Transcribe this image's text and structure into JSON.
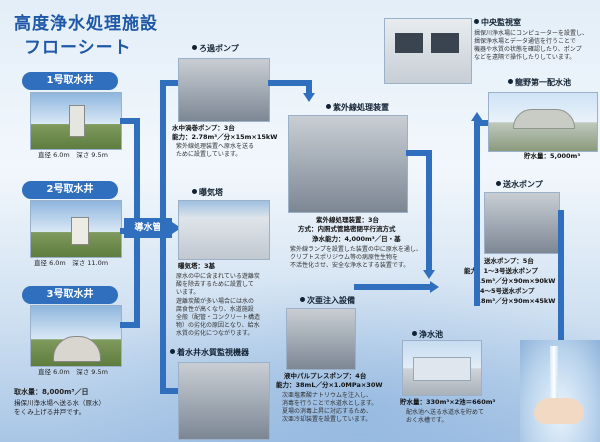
{
  "title": {
    "line1": "高度浄水処理施設",
    "line2": "フローシート"
  },
  "wells": [
    {
      "label": "1号取水井",
      "caption": "直径 6.0m　深さ 9.5m"
    },
    {
      "label": "2号取水井",
      "caption": "直径 6.0m　深さ 11.0m"
    },
    {
      "label": "3号取水井",
      "caption": "直径 6.0m　深さ 9.5m"
    }
  ],
  "intake": {
    "amount": "取水量：8,000m³／日",
    "desc1": "揖保川浄水場へ送る水（原水）",
    "desc2": "をくみ上げる井戸です。"
  },
  "dokan": "導水管",
  "filter_pump": {
    "heading": "ろ過ポンプ",
    "spec1": "水中渦巻ポンプ：3台",
    "spec2": "能力：2.78m³／分×15m×15kW",
    "desc1": "紫外線処理装置へ原水を送る",
    "desc2": "ために設置しています。"
  },
  "aeration": {
    "heading": "曝気塔",
    "spec1": "曝気塔：3基",
    "desc": [
      "原水の中に含まれている遊離炭",
      "酸を除去するために設置して",
      "います。",
      "遊離炭酸が多い場合には水の",
      "腐食性が高くなり、水道施設",
      "全般（配管・コンクリート構造",
      "物）の劣化の原因となり、給水",
      "水質の劣化につながります。"
    ]
  },
  "quality": {
    "heading": "着水井水質監視機器"
  },
  "uv": {
    "heading": "紫外線処理装置",
    "spec1": "紫外線処理装置：3台",
    "spec2": "方式：内照式管路密閉平行流方式",
    "spec3": "浄水能力：4,000m³／日・基",
    "desc1": "紫外線ランプを設置した装置の中に原水を通し、",
    "desc2": "クリプトスポリジウム等の病原性生物を",
    "desc3": "不活性化させ、安全な浄水とする装置です。"
  },
  "chlorine": {
    "heading": "次亜注入設備",
    "spec1": "液中パルプレスポンプ：4台",
    "spec2": "能力：38mL／分×1.0MPa×30W",
    "desc1": "次亜塩素酸ナトリウムを注入し、",
    "desc2": "消毒を行うことで水道水とします。",
    "desc3": "夏場の消毒上昇に対応するため、",
    "desc4": "次亜冷却装置を設置しています。"
  },
  "control": {
    "heading": "中央監視室",
    "desc1": "揖保川浄水場にコンピューターを設置し、",
    "desc2": "揖保浄水場とデータ通信を行うことで",
    "desc3": "機器や水質の状態を確認したり、ポンプ",
    "desc4": "などを遠隔で操作したりしています。"
  },
  "reservoir": {
    "heading": "龍野第一配水池",
    "spec1": "貯水量：5,000m³"
  },
  "delivery": {
    "heading": "送水ポンプ",
    "spec1": "送水ポンプ：5台",
    "spec2": "能力：1～3号送水ポンプ",
    "spec3": "3.5m³／分×90m×90kW",
    "spec4": "4～5号送水ポンプ",
    "spec5": "1.8m³／分×90m×45kW"
  },
  "clearwell": {
    "heading": "浄水池",
    "spec1": "貯水量：330m³×2池＝660m³",
    "desc1": "配水池へ送る水道水を貯めて",
    "desc2": "おく水槽です。"
  }
}
